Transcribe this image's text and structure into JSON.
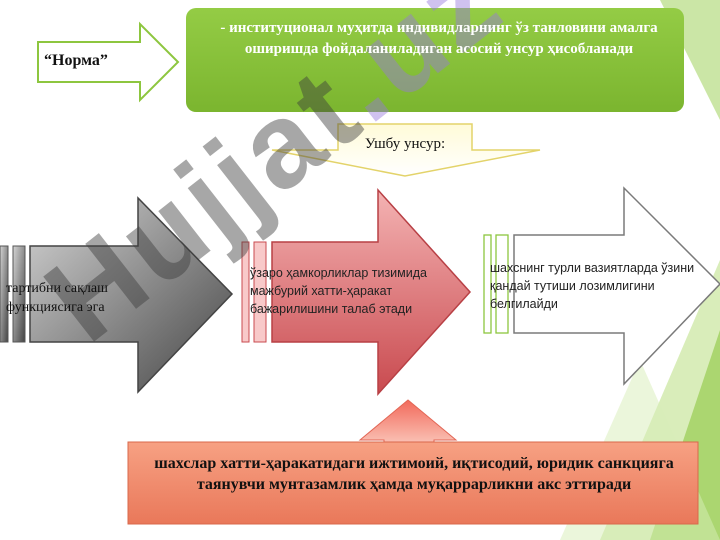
{
  "norma_label": "“Норма”",
  "green_box_text": "- институционал муҳитда индивидларнинг ўз танловини амалга оширишда фойдаланиладиган асосий унсур ҳисобланади",
  "subtitle": "Ушбу унсур:",
  "left_arrow_text": "тартибни сақлаш функциясига эга",
  "middle_arrow_text": "ўзаро ҳамкорликлар тизимида мажбурий хатти-ҳаракат бажарилишини талаб этади",
  "right_arrow_text": "шахснинг турли вазиятларда ўзини қандай тутиши лозимлигини белгилайди",
  "bottom_box_text": "шахслар хатти-ҳаракатидаги ижтимоий, иқтисодий, юридик санкцияга таянувчи мунтазамлик ҳамда муқаррарликни акс эттиради",
  "watermark": {
    "part1": "Hujjat",
    "part2": ".uz"
  },
  "colors": {
    "green": "#8dc63f",
    "red": "#d9535a",
    "salmon": "#ef8a6b",
    "grey": "#7a7a7a"
  }
}
